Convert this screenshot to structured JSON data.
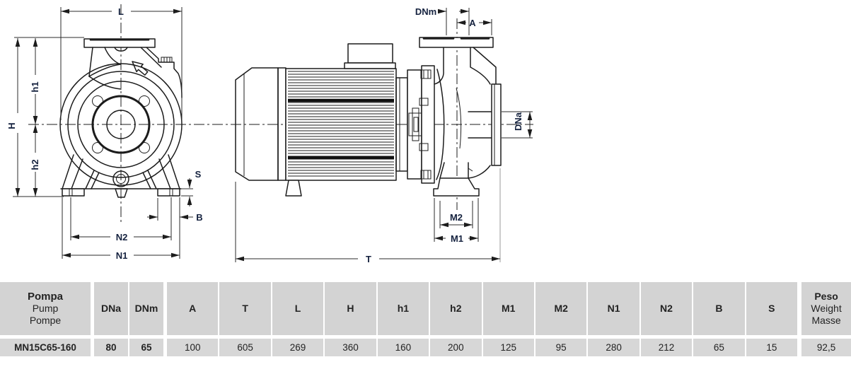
{
  "drawing": {
    "labels": {
      "L": "L",
      "H": "H",
      "h1": "h1",
      "h2": "h2",
      "S": "S",
      "B": "B",
      "N2": "N2",
      "N1": "N1",
      "DNm": "DNm",
      "A": "A",
      "DNa": "DNa",
      "M2": "M2",
      "M1": "M1",
      "T": "T"
    }
  },
  "table": {
    "pump_header": [
      "Pompa",
      "Pump",
      "Pompe"
    ],
    "weight_header": [
      "Peso",
      "Weight",
      "Masse"
    ],
    "dim_headers": [
      "DNa",
      "DNm",
      "A",
      "T",
      "L",
      "H",
      "h1",
      "h2",
      "M1",
      "M2",
      "N1",
      "N2",
      "B",
      "S"
    ],
    "row": {
      "model": "MN15C65-160",
      "values": [
        "80",
        "65",
        "100",
        "605",
        "269",
        "360",
        "160",
        "200",
        "125",
        "95",
        "280",
        "212",
        "65",
        "15"
      ],
      "weight": "92,5"
    },
    "colors": {
      "header_bg": "#d3d3d3",
      "row_bg": "#d7d7d7",
      "text": "#232323"
    }
  }
}
